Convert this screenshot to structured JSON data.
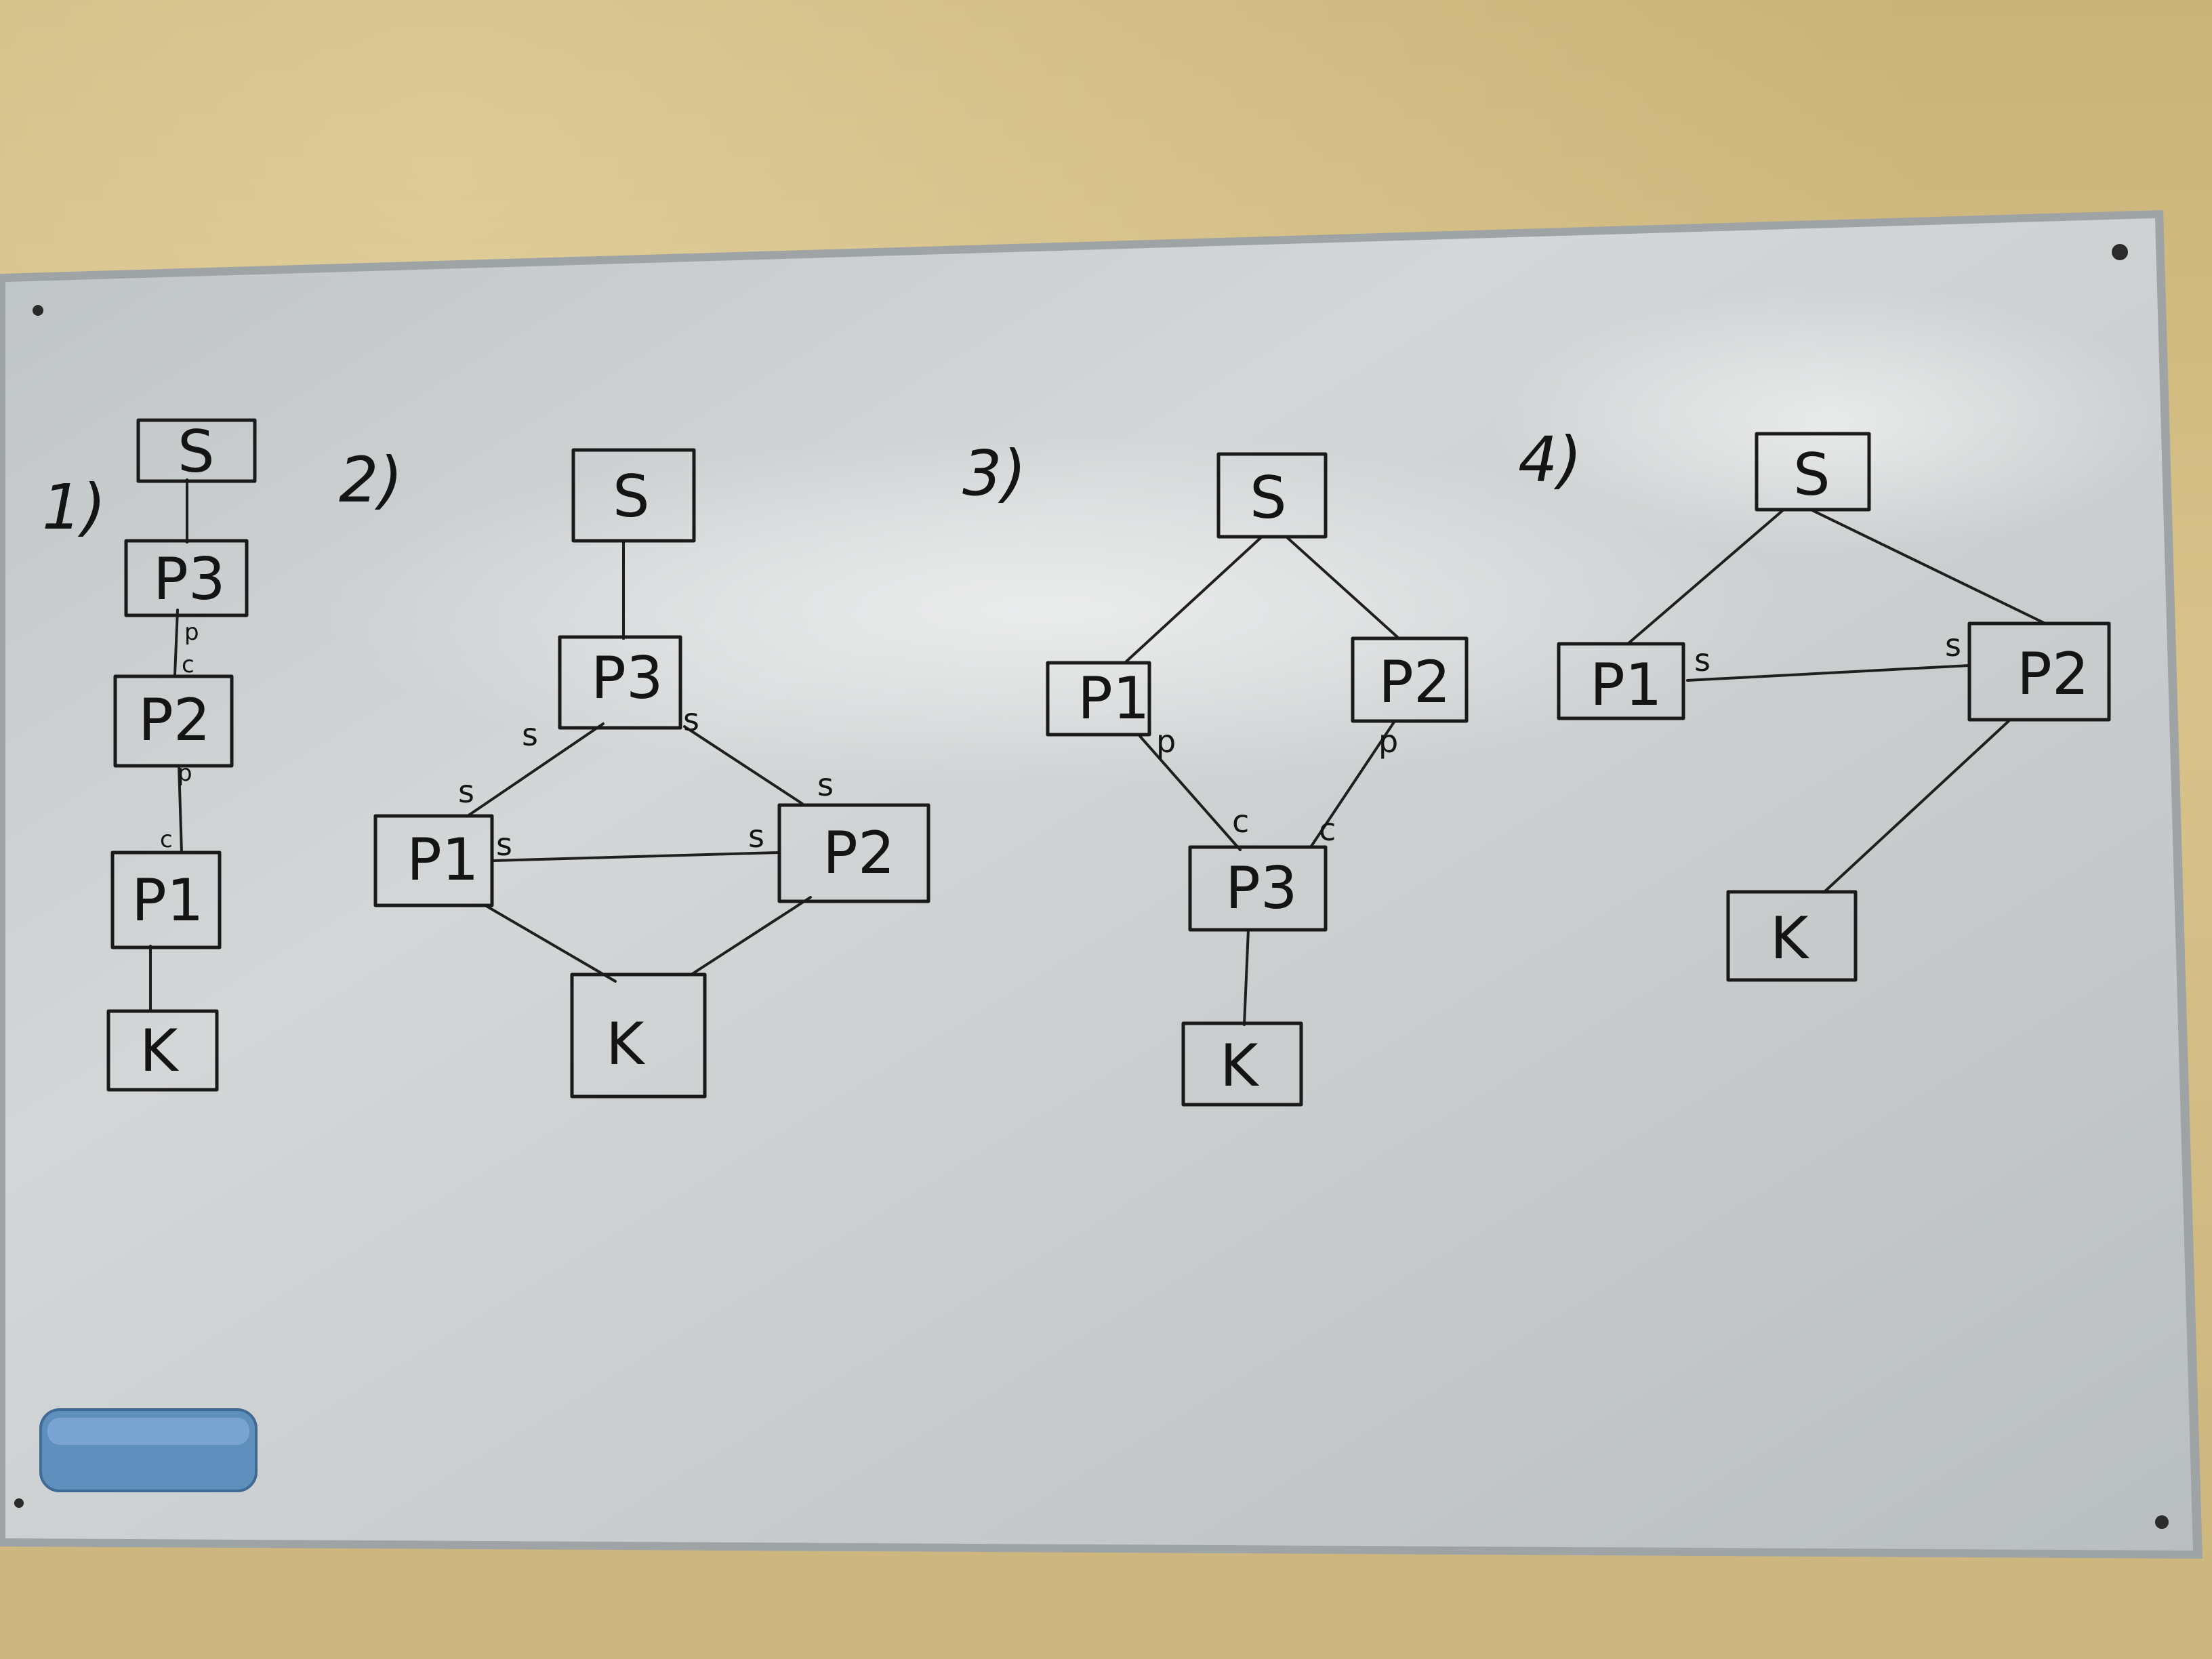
{
  "scene": {
    "description_free": true,
    "colors": {
      "wall": "#d2bc82",
      "board": "#c9cdcf",
      "frame": "#9ea3a6",
      "marker": "#1a1a1a",
      "eraser": "#5f8fbd"
    },
    "objects": [
      "whiteboard",
      "board-eraser",
      "magnet-screws"
    ]
  },
  "diagrams": [
    {
      "number": "1)",
      "nodes": [
        "S",
        "P3",
        "P2",
        "P1",
        "K"
      ],
      "edge_labels": [
        "p",
        "c",
        "p",
        "c"
      ]
    },
    {
      "number": "2)",
      "nodes": [
        "S",
        "P3",
        "P1",
        "P2",
        "K"
      ],
      "edge_labels": [
        "s",
        "s",
        "s",
        "s",
        "s",
        "s"
      ]
    },
    {
      "number": "3)",
      "nodes": [
        "S",
        "P1",
        "P2",
        "P3",
        "K"
      ],
      "edge_labels": [
        "p",
        "p",
        "c",
        "c"
      ]
    },
    {
      "number": "4)",
      "nodes": [
        "S",
        "P1",
        "P2",
        "K"
      ],
      "edge_labels": [
        "s",
        "s"
      ]
    }
  ],
  "glyphs": {
    "S": "S",
    "K": "K",
    "P": "P",
    "sub1": "1",
    "sub2": "2",
    "sub3": "3"
  }
}
